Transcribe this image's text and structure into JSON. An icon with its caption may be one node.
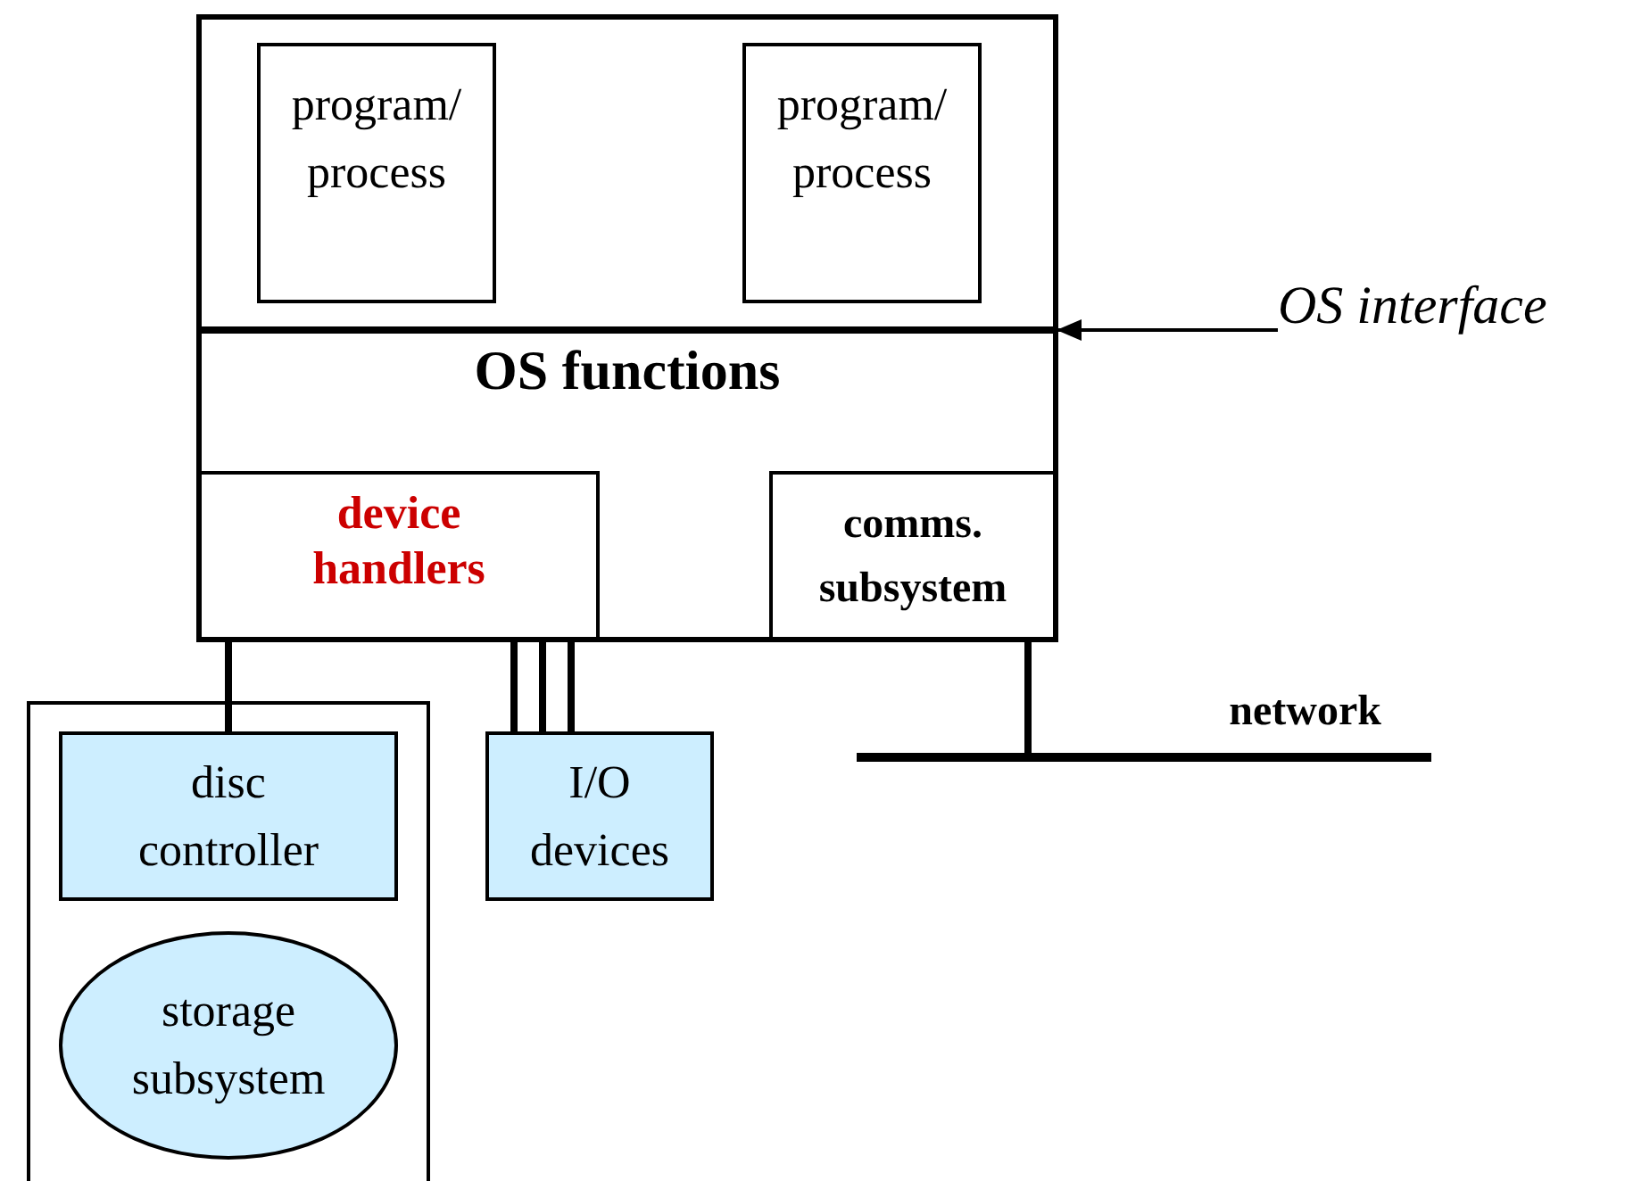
{
  "diagram": {
    "nodes": [
      {
        "text": [],
        "shape": "box"
      },
      {
        "text": [
          "program/ process"
        ],
        "in": 0
      },
      {
        "text": [
          "program/ process"
        ],
        "in": 0
      },
      {
        "text": [
          "OS functions"
        ],
        "in": 0
      },
      {
        "text": [
          "device handlers"
        ],
        "in": 3
      },
      {
        "text": [
          "comms. subsystem"
        ],
        "in": 3
      },
      {
        "text": [],
        "shape": "box"
      },
      {
        "text": [
          "disc controller"
        ],
        "in": 6
      },
      {
        "text": [
          "storage subsystem"
        ],
        "in": 6
      },
      {
        "text": [
          "I/O devices"
        ]
      },
      {
        "text": [],
        "shape": "bar",
        "beside": [
          "network"
        ]
      },
      {
        "text": [
          "OS interface"
        ]
      }
    ],
    "edges": [
      {
        "from": 11,
        "to": 3,
        "arrow": "to"
      },
      {
        "from": 3,
        "to": 7,
        "arrow": "none"
      },
      {
        "from": 4,
        "to": 9,
        "arrow": "none"
      },
      {
        "from": 4,
        "to": 9,
        "arrow": "none"
      },
      {
        "from": 4,
        "to": 9,
        "arrow": "none"
      },
      {
        "from": 5,
        "to": 10,
        "arrow": "none"
      }
    ]
  }
}
